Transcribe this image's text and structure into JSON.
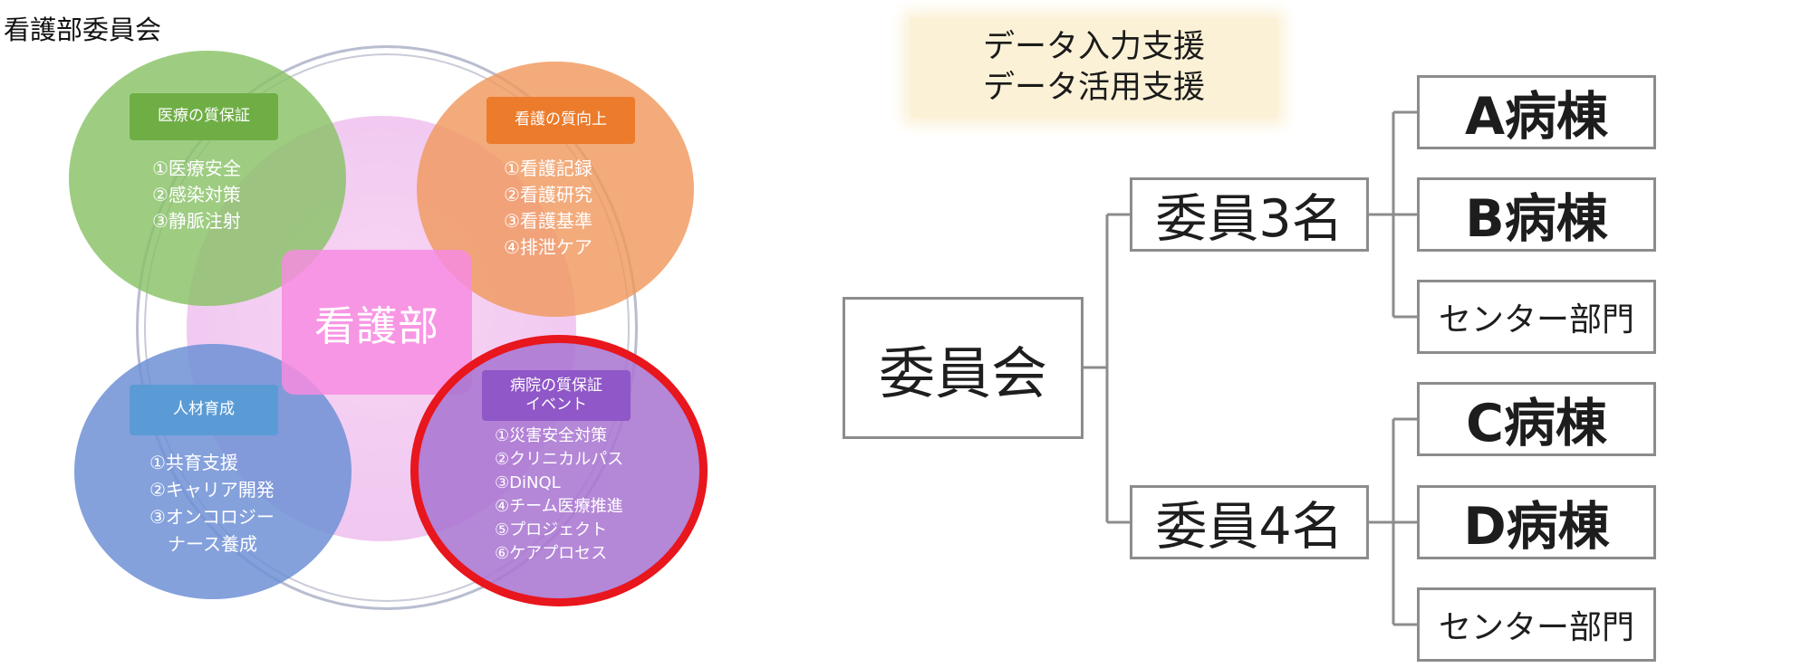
{
  "page_title": "看護部委員会",
  "venn": {
    "center_label": "看護部",
    "groups": [
      {
        "key": "quality_assurance",
        "label": "医療の質保証",
        "color": "#6fae45",
        "items": [
          "①医療安全",
          "②感染対策",
          "③静脈注射"
        ]
      },
      {
        "key": "nursing_quality",
        "label": "看護の質向上",
        "color": "#ec7b2c",
        "items": [
          "①看護記録",
          "②看護研究",
          "③看護基準",
          "④排泄ケア"
        ]
      },
      {
        "key": "talent",
        "label": "人材育成",
        "color": "#5b9bd5",
        "items": [
          "①共育支援",
          "②キャリア開発",
          "③オンコロジー",
          "　ナース養成"
        ]
      },
      {
        "key": "hospital_quality",
        "label_line1": "病院の質保証",
        "label_line2": "イベント",
        "color": "#8f57c7",
        "highlight_color": "#e8161d",
        "items": [
          "①災害安全対策",
          "②クリニカルパス",
          "③DiNQL",
          "④チーム医療推進",
          "⑤プロジェクト",
          "⑥ケアプロセス"
        ]
      }
    ]
  },
  "support": {
    "line1": "データ入力支援",
    "line2": "データ活用支援"
  },
  "tree": {
    "root": "委員会",
    "branch_a": {
      "label": "委員3名",
      "children": [
        "A病棟",
        "B病棟",
        "センター部門"
      ]
    },
    "branch_b": {
      "label": "委員4名",
      "children": [
        "C病棟",
        "D病棟",
        "センター部門"
      ]
    }
  }
}
